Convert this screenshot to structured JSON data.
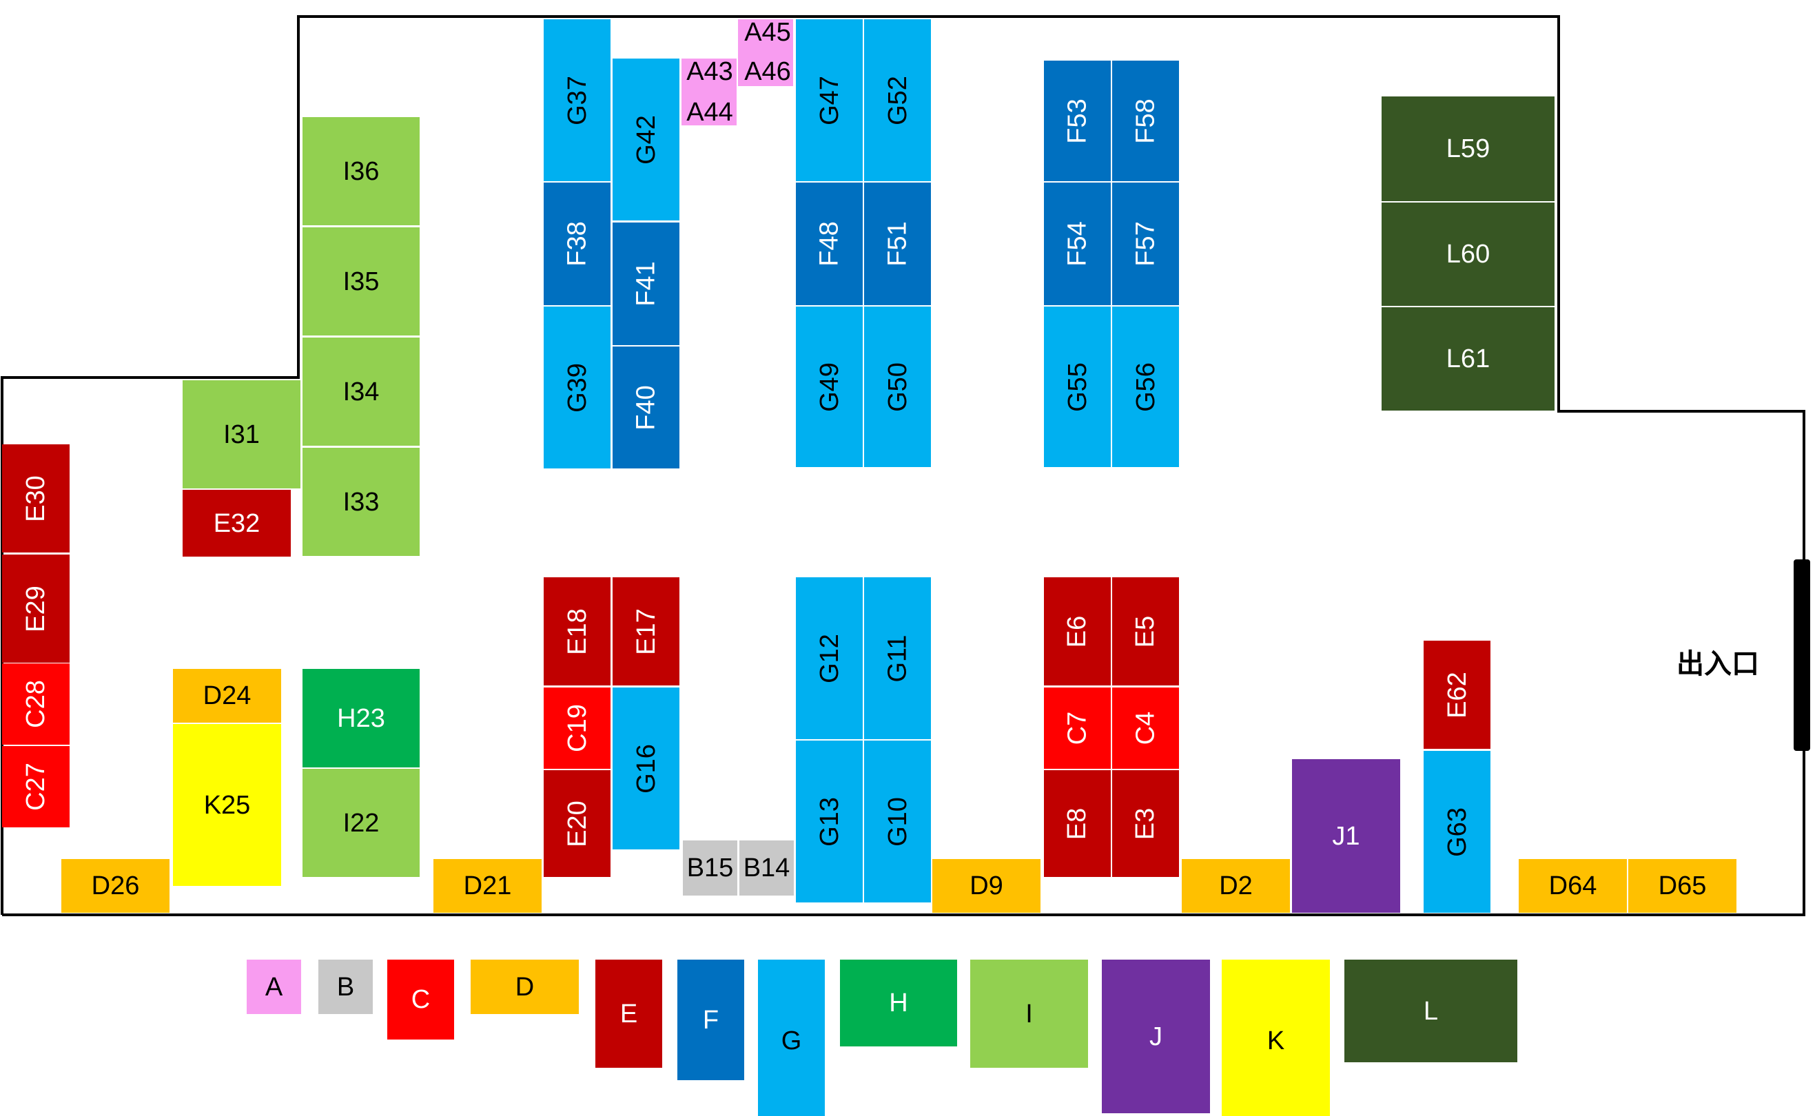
{
  "entrance": {
    "label": "出入口"
  },
  "colors": {
    "A": "#f89cf0",
    "B": "#c8c8c8",
    "C": "#ff0000",
    "D": "#ffc000",
    "E": "#c00000",
    "F": "#0070c0",
    "G": "#00b0f0",
    "H": "#00b050",
    "I": "#92d050",
    "J": "#7030a0",
    "K": "#ffff00",
    "L": "#375623"
  },
  "text_colors": {
    "A": "#000000",
    "B": "#000000",
    "C": "#ffffff",
    "D": "#000000",
    "E": "#ffffff",
    "F": "#ffffff",
    "G": "#000000",
    "H": "#ffffff",
    "I": "#000000",
    "J": "#ffffff",
    "K": "#000000",
    "L": "#ffffff"
  },
  "booths": [
    {
      "id": "I36",
      "cat": "I"
    },
    {
      "id": "I35",
      "cat": "I"
    },
    {
      "id": "I34",
      "cat": "I"
    },
    {
      "id": "I33",
      "cat": "I"
    },
    {
      "id": "I31",
      "cat": "I"
    },
    {
      "id": "E32",
      "cat": "E"
    },
    {
      "id": "E30",
      "cat": "E"
    },
    {
      "id": "E29",
      "cat": "E"
    },
    {
      "id": "C28",
      "cat": "C"
    },
    {
      "id": "C27",
      "cat": "C"
    },
    {
      "id": "D24",
      "cat": "D"
    },
    {
      "id": "K25",
      "cat": "K"
    },
    {
      "id": "H23",
      "cat": "H"
    },
    {
      "id": "I22",
      "cat": "I"
    },
    {
      "id": "D26",
      "cat": "D"
    },
    {
      "id": "D21",
      "cat": "D"
    },
    {
      "id": "G37",
      "cat": "G"
    },
    {
      "id": "F38",
      "cat": "F"
    },
    {
      "id": "G39",
      "cat": "G"
    },
    {
      "id": "G42",
      "cat": "G"
    },
    {
      "id": "F41",
      "cat": "F"
    },
    {
      "id": "F40",
      "cat": "F"
    },
    {
      "id": "G47",
      "cat": "G"
    },
    {
      "id": "G52",
      "cat": "G"
    },
    {
      "id": "F48",
      "cat": "F"
    },
    {
      "id": "F51",
      "cat": "F"
    },
    {
      "id": "G49",
      "cat": "G"
    },
    {
      "id": "G50",
      "cat": "G"
    },
    {
      "id": "F53",
      "cat": "F"
    },
    {
      "id": "F58",
      "cat": "F"
    },
    {
      "id": "F54",
      "cat": "F"
    },
    {
      "id": "F57",
      "cat": "F"
    },
    {
      "id": "G55",
      "cat": "G"
    },
    {
      "id": "G56",
      "cat": "G"
    },
    {
      "id": "L59",
      "cat": "L"
    },
    {
      "id": "L60",
      "cat": "L"
    },
    {
      "id": "L61",
      "cat": "L"
    },
    {
      "id": "E18",
      "cat": "E"
    },
    {
      "id": "E17",
      "cat": "E"
    },
    {
      "id": "C19",
      "cat": "C"
    },
    {
      "id": "G16",
      "cat": "G"
    },
    {
      "id": "E20",
      "cat": "E"
    },
    {
      "id": "B15",
      "cat": "B"
    },
    {
      "id": "B14",
      "cat": "B"
    },
    {
      "id": "G12",
      "cat": "G"
    },
    {
      "id": "G11",
      "cat": "G"
    },
    {
      "id": "G13",
      "cat": "G"
    },
    {
      "id": "G10",
      "cat": "G"
    },
    {
      "id": "D9",
      "cat": "D"
    },
    {
      "id": "E6",
      "cat": "E"
    },
    {
      "id": "E5",
      "cat": "E"
    },
    {
      "id": "C7",
      "cat": "C"
    },
    {
      "id": "C4",
      "cat": "C"
    },
    {
      "id": "E8",
      "cat": "E"
    },
    {
      "id": "E3",
      "cat": "E"
    },
    {
      "id": "D2",
      "cat": "D"
    },
    {
      "id": "J1",
      "cat": "J"
    },
    {
      "id": "E62",
      "cat": "E"
    },
    {
      "id": "G63",
      "cat": "G"
    },
    {
      "id": "D64",
      "cat": "D"
    },
    {
      "id": "D65",
      "cat": "D"
    }
  ],
  "a_booths": [
    {
      "id": "A43"
    },
    {
      "id": "A44"
    },
    {
      "id": "A45"
    },
    {
      "id": "A46"
    }
  ],
  "legend": [
    {
      "label": "A",
      "cat": "A"
    },
    {
      "label": "B",
      "cat": "B"
    },
    {
      "label": "C",
      "cat": "C"
    },
    {
      "label": "D",
      "cat": "D"
    },
    {
      "label": "E",
      "cat": "E"
    },
    {
      "label": "F",
      "cat": "F"
    },
    {
      "label": "G",
      "cat": "G"
    },
    {
      "label": "H",
      "cat": "H"
    },
    {
      "label": "I",
      "cat": "I"
    },
    {
      "label": "J",
      "cat": "J"
    },
    {
      "label": "K",
      "cat": "K"
    },
    {
      "label": "L",
      "cat": "L"
    }
  ]
}
